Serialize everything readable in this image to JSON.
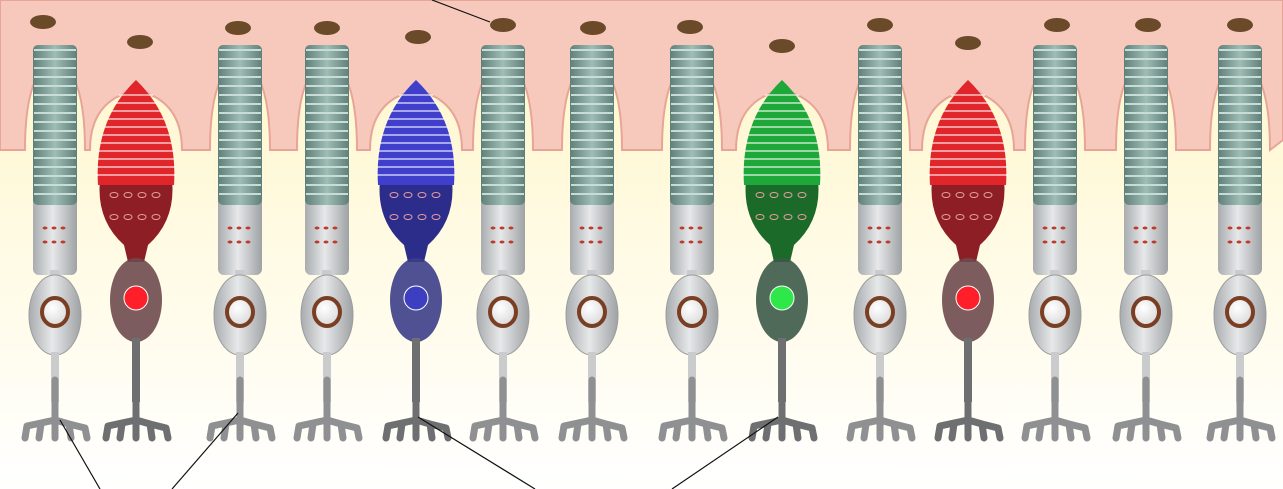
{
  "diagram": {
    "colors": {
      "epithelium": "#f7c9bd",
      "epithelium_edge": "#e8a597",
      "background_top": "#fff6c8",
      "background_bottom": "#ffffff",
      "nucleus_pigment": "#6b4a2a",
      "rod_disc": "#7a9d95",
      "rod_body": "#c9cbcd",
      "rod_nucleus_ring": "#7a3f22",
      "pointer_line": "#111111"
    },
    "cells": [
      {
        "type": "rod"
      },
      {
        "type": "cone",
        "color": "red",
        "hue": "#e0262a",
        "dark": "#8e1e26",
        "soma": "#6e4a4e",
        "nucleus": "#ff1f2a"
      },
      {
        "type": "rod"
      },
      {
        "type": "rod"
      },
      {
        "type": "cone",
        "color": "blue",
        "hue": "#3f3fcc",
        "dark": "#2c2c8a",
        "soma": "#3c3e8a",
        "nucleus": "#3d3fc0"
      },
      {
        "type": "rod"
      },
      {
        "type": "rod"
      },
      {
        "type": "rod"
      },
      {
        "type": "cone",
        "color": "green",
        "hue": "#1fa83a",
        "dark": "#1c6a2a",
        "soma": "#3c5a48",
        "nucleus": "#2ee84a"
      },
      {
        "type": "rod"
      },
      {
        "type": "cone",
        "color": "red",
        "hue": "#e0262a",
        "dark": "#8e1e26",
        "soma": "#6e4a4e",
        "nucleus": "#ff1f2a"
      },
      {
        "type": "rod"
      },
      {
        "type": "rod"
      },
      {
        "type": "rod"
      }
    ]
  }
}
